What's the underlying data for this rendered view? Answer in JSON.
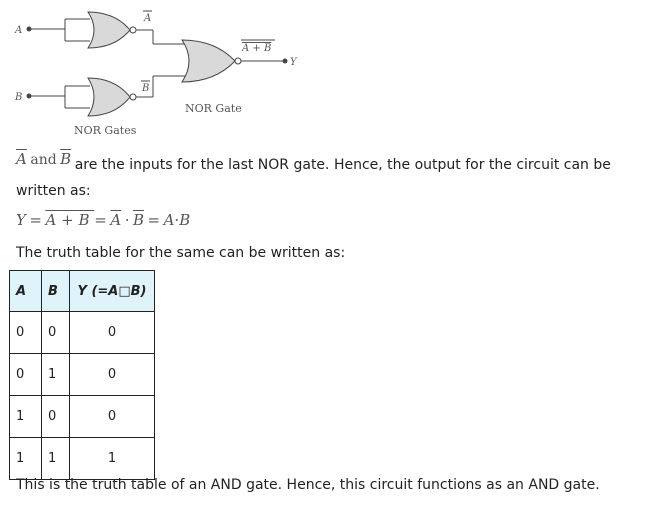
{
  "diagram": {
    "label_a": "A",
    "label_b": "B",
    "label_abar": "A",
    "label_bbar": "B",
    "label_out_expr": "A + B",
    "label_y": "Y",
    "label_nor_gate": "NOR Gate",
    "label_nor_gates": "NOR Gates"
  },
  "text": {
    "inputs_a": "A",
    "inputs_and": "and",
    "inputs_b": "B",
    "inputs_rest": "are the inputs for the last NOR gate. Hence, the output for the circuit can be",
    "written_as": "written as:",
    "eq_y": "Y",
    "eq_eq1": "=",
    "eq_a1": "A",
    "eq_plus": "+",
    "eq_b1": "B",
    "eq_eq2": "=",
    "eq_a2": "A",
    "eq_dot1": "·",
    "eq_b2": "B",
    "eq_eq3": "=",
    "eq_rhs": "A·B",
    "truth_intro": "The truth table for the same can be written as:",
    "conclusion": "This is the truth table of an AND gate. Hence, this circuit functions as an AND gate."
  },
  "table": {
    "headers": [
      "A",
      "B",
      "Y (=A□B)"
    ],
    "rows": [
      [
        "0",
        "0",
        "0"
      ],
      [
        "0",
        "1",
        "0"
      ],
      [
        "1",
        "0",
        "0"
      ],
      [
        "1",
        "1",
        "1"
      ]
    ]
  }
}
